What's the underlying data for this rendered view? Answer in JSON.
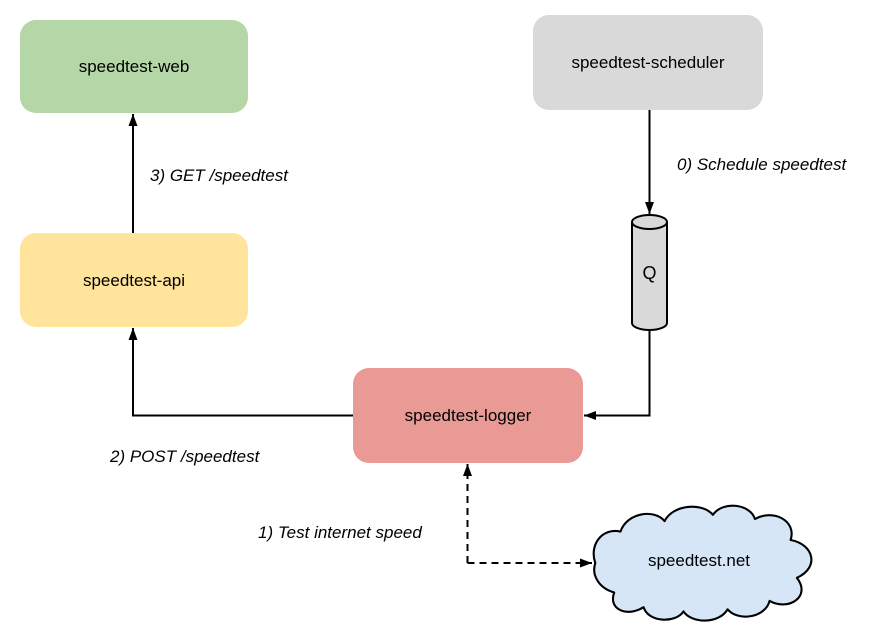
{
  "diagram": {
    "background": "#ffffff",
    "line_color": "#000000",
    "text_color": "#000000",
    "nodes": {
      "web": {
        "label": "speedtest-web",
        "shape": "rounded-rect",
        "fill": "#b5d6a6"
      },
      "scheduler": {
        "label": "speedtest-scheduler",
        "shape": "rounded-rect",
        "fill": "#d9d9d9"
      },
      "api": {
        "label": "speedtest-api",
        "shape": "rounded-rect",
        "fill": "#ffe49c"
      },
      "logger": {
        "label": "speedtest-logger",
        "shape": "rounded-rect",
        "fill": "#e99a95"
      },
      "queue": {
        "label": "Q",
        "shape": "cylinder",
        "fill": "#d9d9d9"
      },
      "internet": {
        "label": "speedtest.net",
        "shape": "cloud",
        "fill": "#d6e6f7"
      }
    },
    "edges": {
      "schedule": {
        "label": "0) Schedule speedtest",
        "from": "speedtest-scheduler",
        "to": "Q",
        "style": "solid"
      },
      "test": {
        "label": "1) Test internet speed",
        "from": "speedtest-logger",
        "to": "speedtest.net",
        "style": "dashed"
      },
      "post": {
        "label": "2) POST /speedtest",
        "from": "speedtest-logger",
        "to": "speedtest-api",
        "style": "solid"
      },
      "get": {
        "label": "3) GET /speedtest",
        "from": "speedtest-api",
        "to": "speedtest-web",
        "style": "solid"
      },
      "dequeue": {
        "label": "",
        "from": "Q",
        "to": "speedtest-logger",
        "style": "solid"
      }
    }
  }
}
